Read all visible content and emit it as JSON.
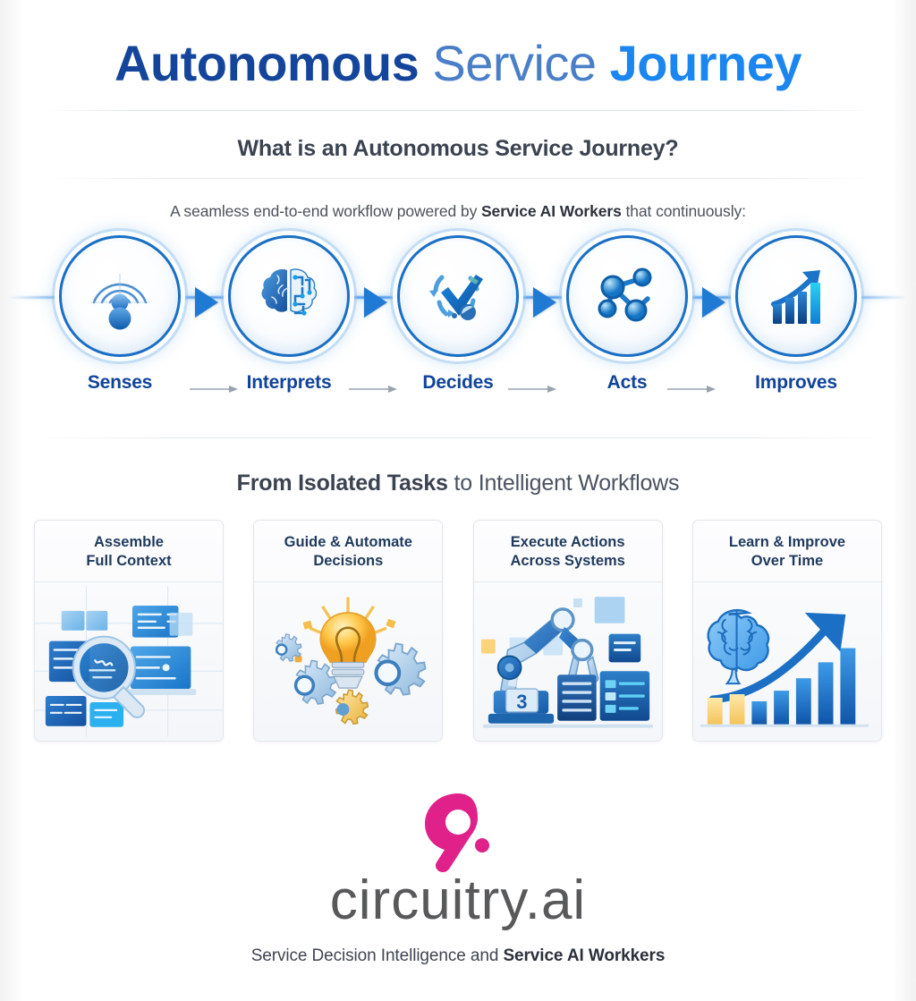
{
  "title": {
    "part1": "Autonomous",
    "part2": "Service",
    "part3": "Journey"
  },
  "intro": {
    "heading": "What is an Autonomous Service Journey?",
    "subtitle_pre": "A seamless end-to-end workflow powered by ",
    "subtitle_bold": "Service AI Workers",
    "subtitle_post": " that continuously:"
  },
  "pipeline": {
    "steps": [
      {
        "label": "Senses",
        "icon": "signal-waves-icon"
      },
      {
        "label": "Interprets",
        "icon": "brain-circuit-icon"
      },
      {
        "label": "Decides",
        "icon": "checkmark-cycle-icon"
      },
      {
        "label": "Acts",
        "icon": "network-nodes-icon"
      },
      {
        "label": "Improves",
        "icon": "bar-chart-arrow-icon"
      }
    ]
  },
  "workflows": {
    "heading_strong": "From Isolated Tasks",
    "heading_light": " to Intelligent Workflows",
    "cards": [
      {
        "title_line1": "Assemble",
        "title_line2": "Full Context",
        "icon": "magnifier-documents-icon"
      },
      {
        "title_line1": "Guide & Automate",
        "title_line2": "Decisions",
        "icon": "lightbulb-gears-icon"
      },
      {
        "title_line1": "Execute Actions",
        "title_line2": "Across Systems",
        "icon": "robot-arm-systems-icon",
        "badge": "3"
      },
      {
        "title_line1": "Learn & Improve",
        "title_line2": "Over Time",
        "icon": "brain-growth-chart-icon"
      }
    ]
  },
  "brand": {
    "logo_mark": "circuitry-logo-mark",
    "wordmark": "circuitry.ai",
    "tagline_pre": "Service Decision Intelligence and ",
    "tagline_bold": "Service AI Workkers"
  },
  "colors": {
    "title_dark_blue": "#14459b",
    "title_mid_blue": "#4a7fc8",
    "title_bright_blue": "#1b86ef",
    "label_blue": "#10439a",
    "card_title_navy": "#1f3a5c",
    "brand_magenta": "#e0218a",
    "brand_grey": "#58595b"
  }
}
